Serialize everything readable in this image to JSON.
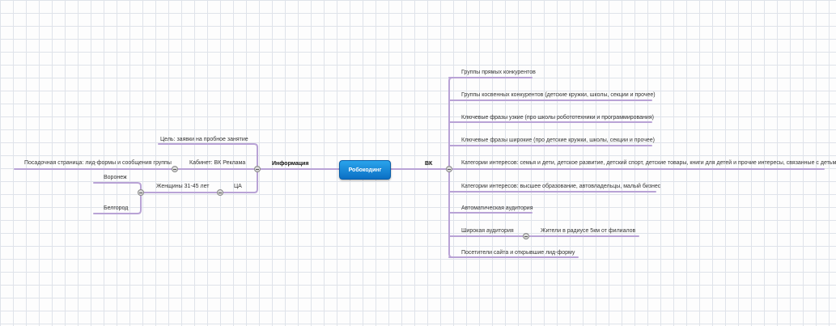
{
  "root": "Робокодинг",
  "right": {
    "title": "ВК",
    "items": [
      "Группы прямых конкурентов",
      "Группы косвенных конкурентов (детские кружки, школы, секции и прочее)",
      "Ключевые фразы узкие (про школы робототехники и программирования)",
      "Ключевые фразы широкие (про детские кружки, школы, секции и прочее)",
      "Категории интересов: семья и дети, детское развитие, детский спорт, детские товары, книги для детей и прочие интересы, связанные с детьми",
      "Категории интересов: высшее образование, автовладельцы, малый бизнес",
      "Автоматическая аудитория",
      "Широкая аудитория",
      "Посетители сайта и открывшие лид-форму"
    ],
    "wide_sub": "Жители в радиусе 5км от филиалов"
  },
  "left": {
    "title": "Информация",
    "goal": "Цель: заявки на пробное занятие",
    "cabinet": "Кабинет: ВК Реклама",
    "landing": "Посадочная страница: лид-формы и сообщения группы",
    "ta": "ЦА",
    "women": "Женщины 31-45 лет",
    "cities": [
      "Воронеж",
      "Белгород"
    ]
  },
  "colors": {
    "line": "#b9a3d6",
    "node": "#1a8de0"
  }
}
